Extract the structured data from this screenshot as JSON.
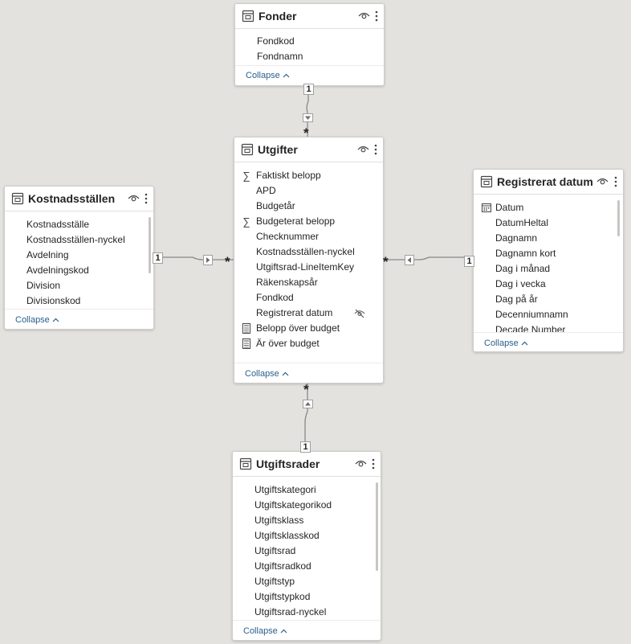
{
  "tables": {
    "fonder": {
      "title": "Fonder",
      "fields": [
        {
          "label": "Fondkod"
        },
        {
          "label": "Fondnamn"
        }
      ],
      "collapse_label": "Collapse"
    },
    "utgifter": {
      "title": "Utgifter",
      "fields": [
        {
          "label": "Faktiskt belopp",
          "icon": "sum"
        },
        {
          "label": "APD"
        },
        {
          "label": "Budgetår"
        },
        {
          "label": "Budgeterat belopp",
          "icon": "sum"
        },
        {
          "label": "Checknummer"
        },
        {
          "label": "Kostnadsställen-nyckel"
        },
        {
          "label": "Utgiftsrad-LineItemKey"
        },
        {
          "label": "Räkenskapsår"
        },
        {
          "label": "Fondkod"
        },
        {
          "label": "Registrerat datum",
          "hidden": true
        },
        {
          "label": "Belopp över budget",
          "icon": "calc"
        },
        {
          "label": "Är över budget",
          "icon": "calc"
        }
      ],
      "collapse_label": "Collapse"
    },
    "kostnadsstallen": {
      "title": "Kostnadsställen",
      "fields": [
        {
          "label": "Kostnadsställe"
        },
        {
          "label": "Kostnadsställen-nyckel"
        },
        {
          "label": "Avdelning"
        },
        {
          "label": "Avdelningskod"
        },
        {
          "label": "Division"
        },
        {
          "label": "Divisionskod"
        }
      ],
      "collapse_label": "Collapse"
    },
    "registrerat_datum": {
      "title": "Registrerat datum",
      "fields": [
        {
          "label": "Datum",
          "icon": "calendar"
        },
        {
          "label": "DatumHeltal"
        },
        {
          "label": "Dagnamn"
        },
        {
          "label": "Dagnamn kort"
        },
        {
          "label": "Dag i månad"
        },
        {
          "label": "Dag i vecka"
        },
        {
          "label": "Dag på år"
        },
        {
          "label": "Decenniumnamn"
        },
        {
          "label": "Decade Number"
        }
      ],
      "collapse_label": "Collapse"
    },
    "utgiftsrader": {
      "title": "Utgiftsrader",
      "fields": [
        {
          "label": "Utgiftskategori"
        },
        {
          "label": "Utgiftskategorikod"
        },
        {
          "label": "Utgiftsklass"
        },
        {
          "label": "Utgiftsklasskod"
        },
        {
          "label": "Utgiftsrad"
        },
        {
          "label": "Utgiftsradkod"
        },
        {
          "label": "Utgiftstyp"
        },
        {
          "label": "Utgiftstypkod"
        },
        {
          "label": "Utgiftsrad-nyckel"
        }
      ],
      "collapse_label": "Collapse"
    }
  },
  "relationships": [
    {
      "from_table": "Fonder",
      "to_table": "Utgifter",
      "from_cardinality": "1",
      "to_cardinality": "*",
      "arrow": "down"
    },
    {
      "from_table": "Kostnadsställen",
      "to_table": "Utgifter",
      "from_cardinality": "1",
      "to_cardinality": "*",
      "arrow": "right"
    },
    {
      "from_table": "Registrerat datum",
      "to_table": "Utgifter",
      "from_cardinality": "1",
      "to_cardinality": "*",
      "arrow": "left"
    },
    {
      "from_table": "Utgiftsrader",
      "to_table": "Utgifter",
      "from_cardinality": "1",
      "to_cardinality": "*",
      "arrow": "up"
    }
  ],
  "colors": {
    "canvas": "#e4e2df",
    "card": "#ffffff",
    "collapse_link": "#2b5f8c",
    "connector": "#8a8886"
  }
}
